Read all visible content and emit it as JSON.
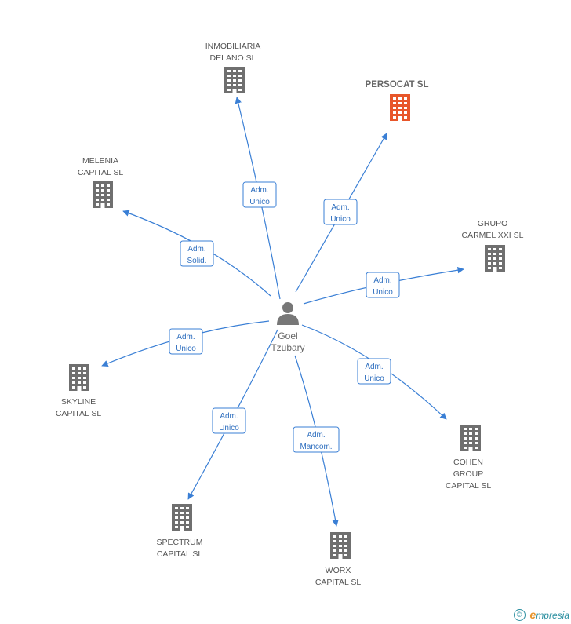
{
  "center": {
    "name_lines": [
      "Goel",
      "Tzubary"
    ],
    "icon": "person-icon",
    "color": "#777777"
  },
  "companies": [
    {
      "id": "inmobiliaria-delano",
      "label_lines": [
        "INMOBILIARIA",
        "DELANO SL"
      ],
      "relation_lines": [
        "Adm.",
        "Unico"
      ],
      "highlight": false
    },
    {
      "id": "persocat",
      "label_lines": [
        "PERSOCAT SL"
      ],
      "relation_lines": [
        "Adm.",
        "Unico"
      ],
      "highlight": true
    },
    {
      "id": "melenia-capital",
      "label_lines": [
        "MELENIA",
        "CAPITAL SL"
      ],
      "relation_lines": [
        "Adm.",
        "Solid."
      ],
      "highlight": false
    },
    {
      "id": "grupo-carmel",
      "label_lines": [
        "GRUPO",
        "CARMEL XXI SL"
      ],
      "relation_lines": [
        "Adm.",
        "Unico"
      ],
      "highlight": false
    },
    {
      "id": "skyline-capital",
      "label_lines": [
        "SKYLINE",
        "CAPITAL SL"
      ],
      "relation_lines": [
        "Adm.",
        "Unico"
      ],
      "highlight": false
    },
    {
      "id": "cohen-group",
      "label_lines": [
        "COHEN",
        "GROUP",
        "CAPITAL SL"
      ],
      "relation_lines": [
        "Adm.",
        "Unico"
      ],
      "highlight": false
    },
    {
      "id": "spectrum-capital",
      "label_lines": [
        "SPECTRUM",
        "CAPITAL SL"
      ],
      "relation_lines": [
        "Adm.",
        "Unico"
      ],
      "highlight": false
    },
    {
      "id": "worx-capital",
      "label_lines": [
        "WORX",
        "CAPITAL SL"
      ],
      "relation_lines": [
        "Adm.",
        "Mancom."
      ],
      "highlight": false
    }
  ],
  "colors": {
    "edge": "#3a7fd5",
    "building": "#6f6f6f",
    "building_highlight": "#e8562a"
  },
  "watermark": {
    "copyright_symbol": "©",
    "brand_initial": "e",
    "brand_rest": "mpresia"
  }
}
